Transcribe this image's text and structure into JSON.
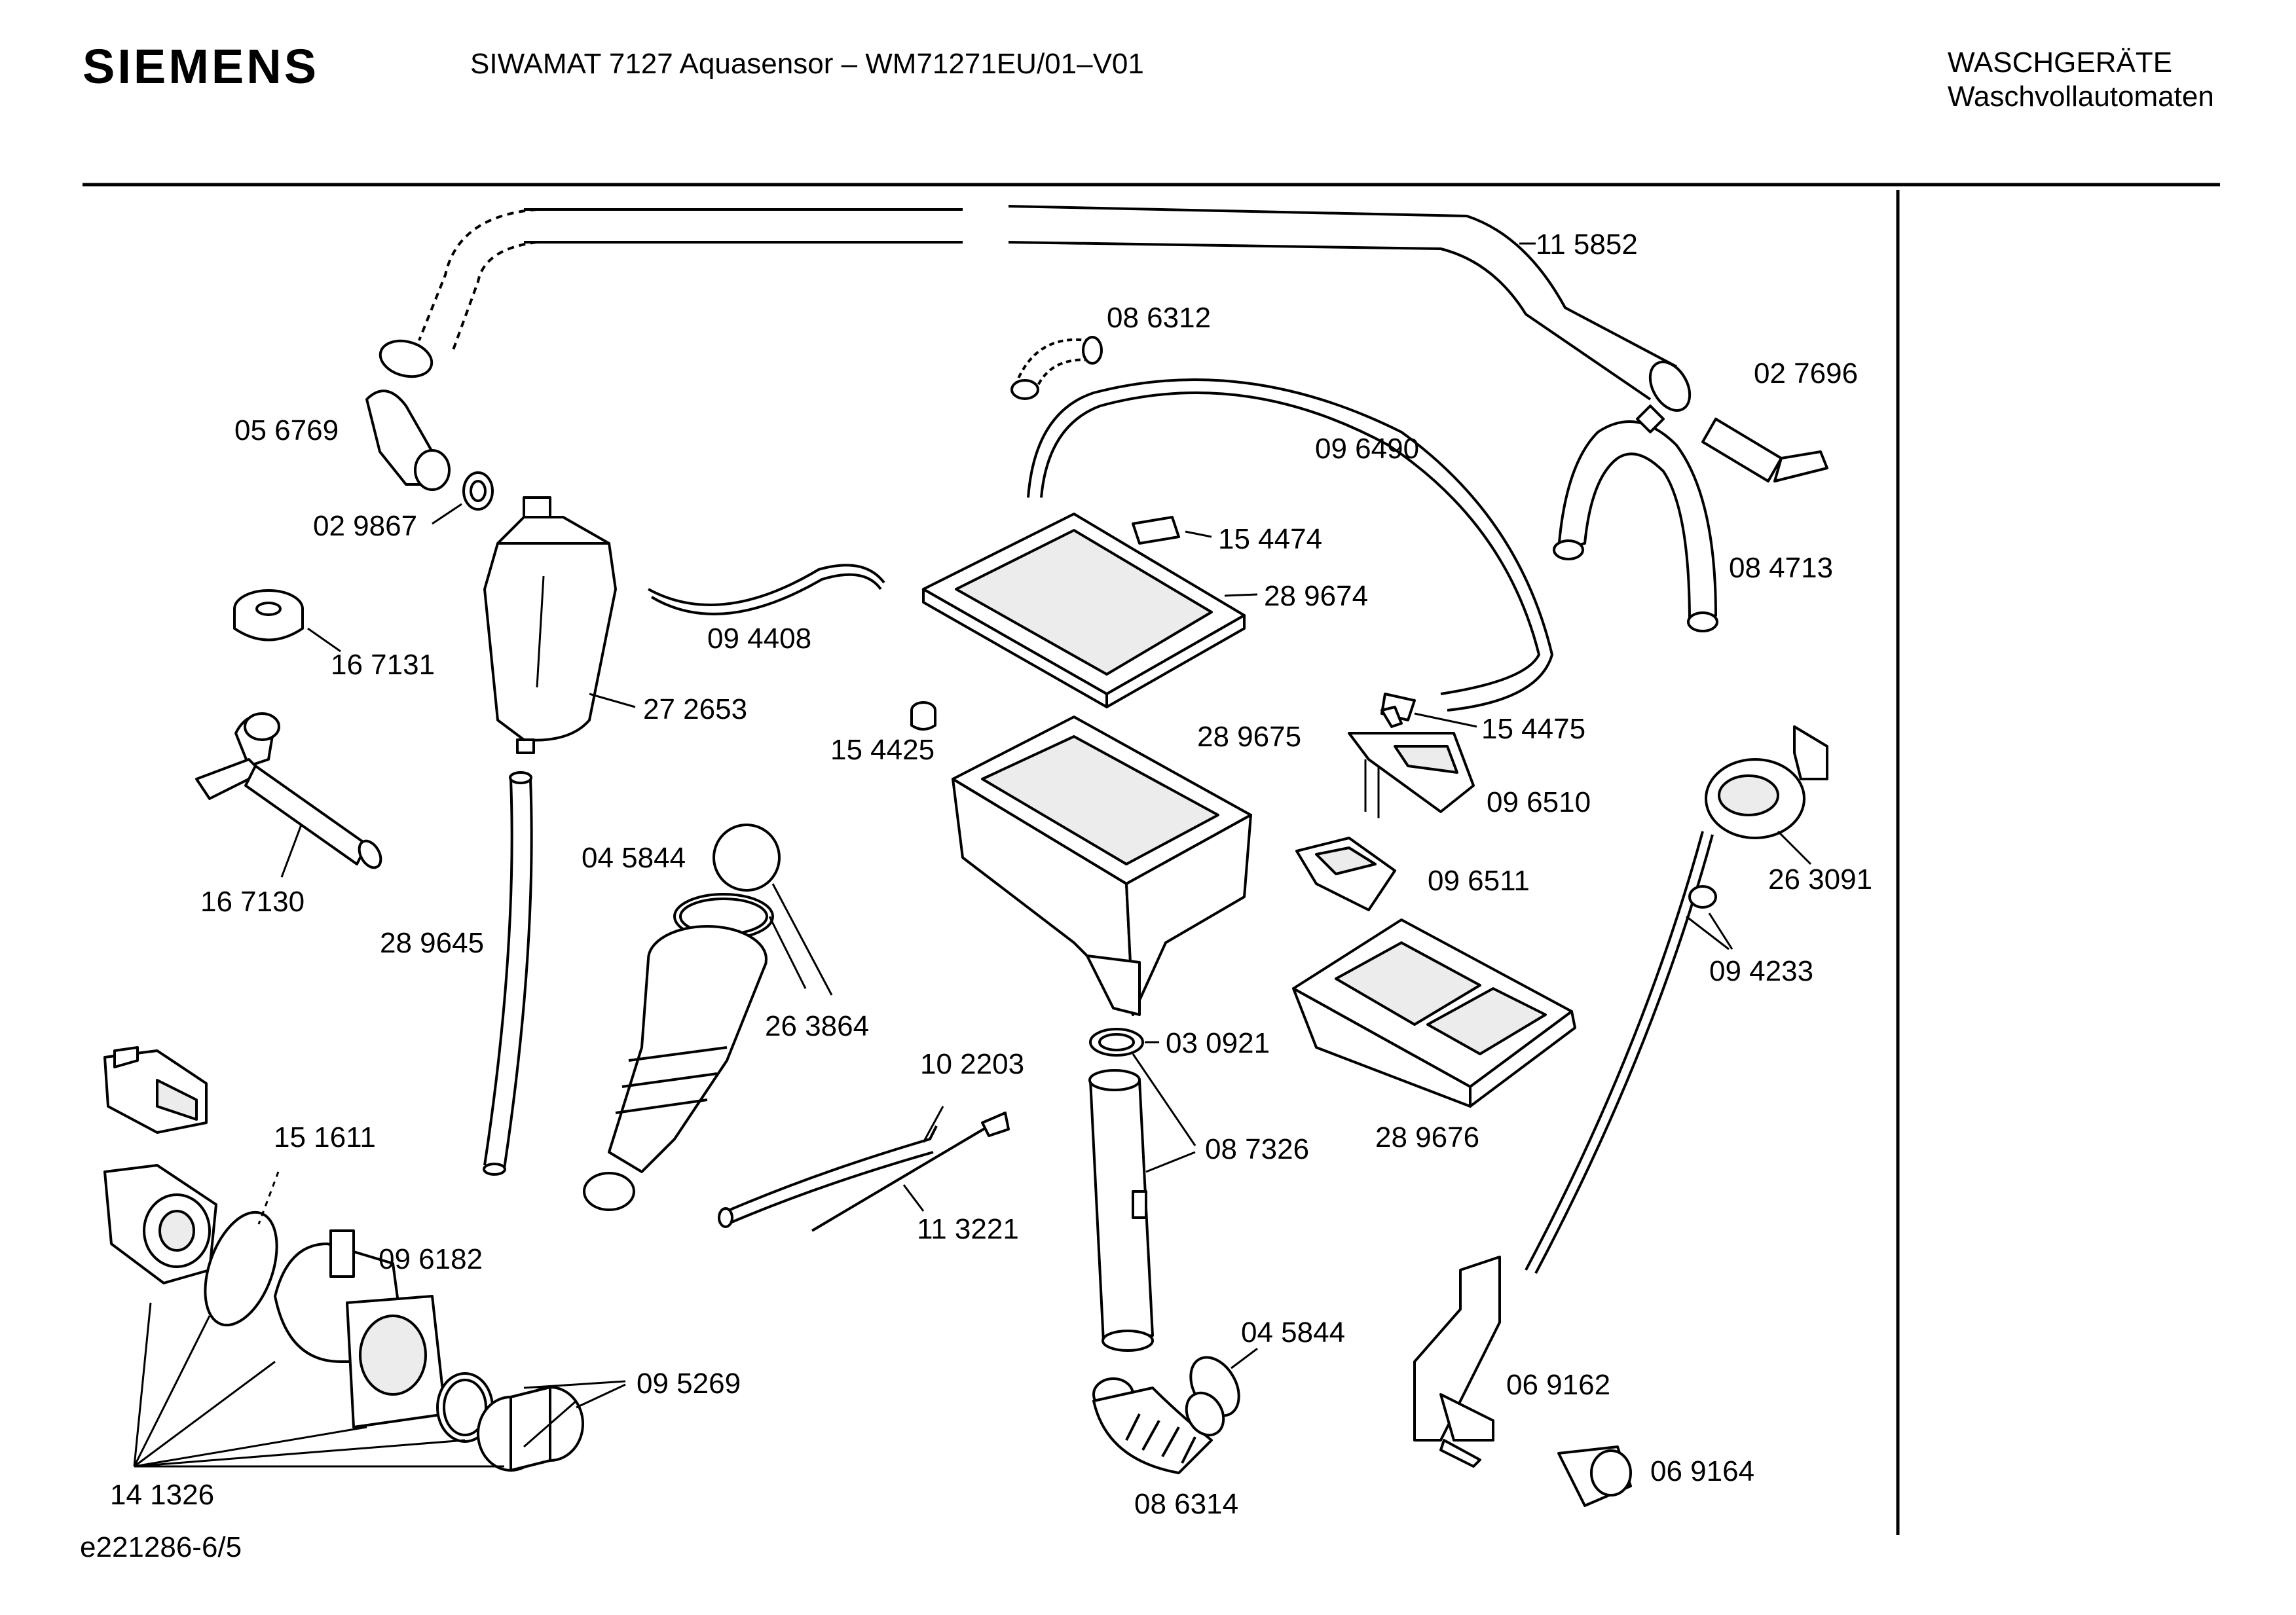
{
  "header": {
    "brand": "SIEMENS",
    "model": "SIWAMAT 7127 Aquasensor – WM71271EU/01–V01",
    "category_line1": "WASCHGERÄTE",
    "category_line2": "Waschvollautomaten"
  },
  "footer": {
    "diagram_id": "e221286-6/5"
  },
  "part_labels": {
    "p115852": "11 5852",
    "p086312": "08 6312",
    "p027696": "02 7696",
    "p056769": "05 6769",
    "p096490": "09 6490",
    "p029867": "02 9867",
    "p154474": "15 4474",
    "p084713": "08 4713",
    "p289674": "28 9674",
    "p094408": "09 4408",
    "p167131": "16 7131",
    "p272653": "27 2653",
    "p154475": "15 4475",
    "p289675": "28 9675",
    "p154425": "15 4425",
    "p096510": "09 6510",
    "p167130": "16 7130",
    "p263091": "26 3091",
    "p045844_a": "04 5844",
    "p096511": "09 6511",
    "p289645": "28 9645",
    "p094233": "09 4233",
    "p263864": "26 3864",
    "p030921": "03 0921",
    "p102203": "10 2203",
    "p151611": "15 1611",
    "p087326": "08 7326",
    "p289676": "28 9676",
    "p113221": "11 3221",
    "p096182": "09 6182",
    "p045844_b": "04 5844",
    "p095269": "09 5269",
    "p069162": "06 9162",
    "p069164": "06 9164",
    "p141326": "14 1326",
    "p086314": "08 6314"
  }
}
